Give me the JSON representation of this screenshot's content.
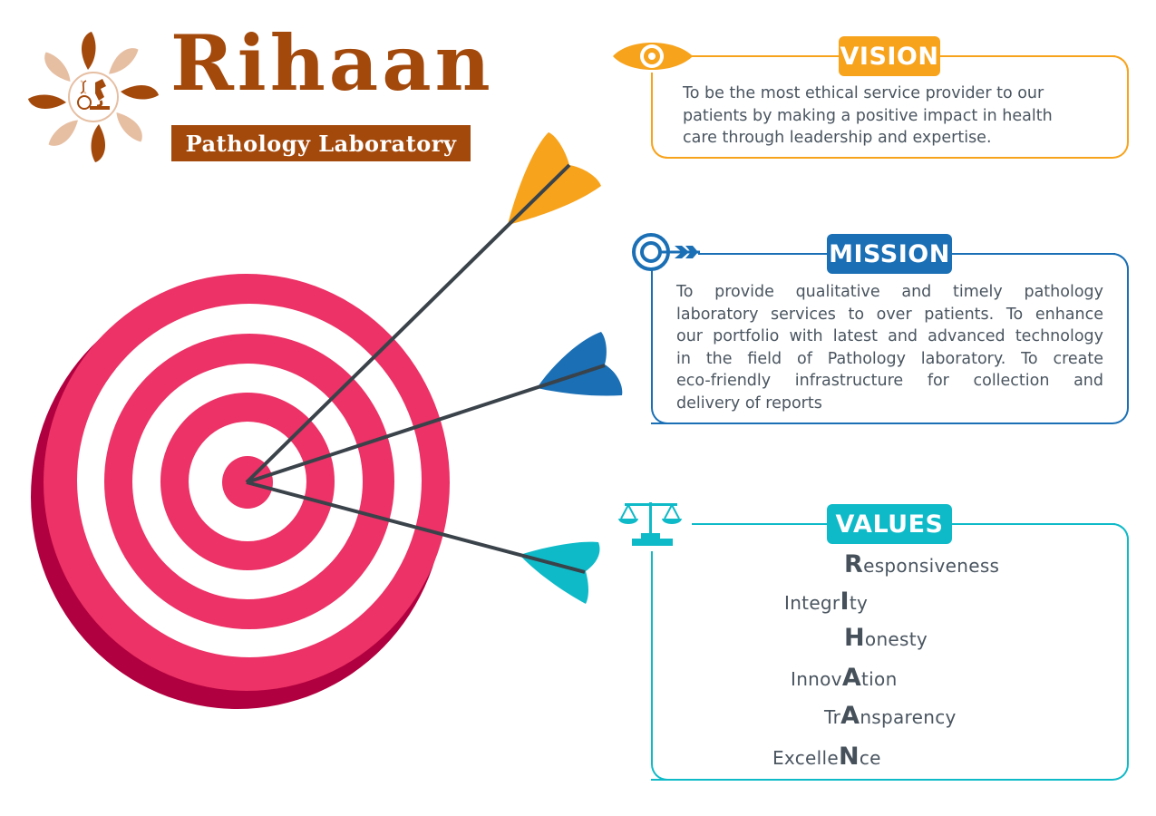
{
  "brand": {
    "name": "Rihaan",
    "subtitle": "Pathology Laboratory",
    "color": "#a4490c",
    "light_color": "#e6bfa3",
    "logo_icon": "microscope-sun-icon"
  },
  "target_graphic": {
    "ring_color": "#ec3266",
    "edge_color": "#b1003f",
    "arrows": [
      {
        "fletching_color": "#f7a31c",
        "points_to": "vision"
      },
      {
        "fletching_color": "#1a6fb5",
        "points_to": "mission"
      },
      {
        "fletching_color": "#0fbac8",
        "points_to": "values"
      }
    ],
    "shaft_color": "#3a424a"
  },
  "vision": {
    "title": "VISION",
    "icon": "eye-icon",
    "color": "#f7a31c",
    "text": "To be the most ethical service provider to our patients by making  a positive impact in health care through leadership and expertise.",
    "lines": [
      "To be the most ethical service provider to our",
      "patients by making  a positive impact in health",
      "care through leadership and expertise."
    ]
  },
  "mission": {
    "title": "MISSION",
    "icon": "target-arrow-icon",
    "color": "#1a6fb5",
    "lines": [
      "To provide qualitative and timely pathology",
      "laboratory services to over patients. To enhance",
      "our portfolio with latest and advanced technology",
      "in the field of Pathology laboratory. To create",
      "eco-friendly infrastructure for collection and",
      "delivery of reports"
    ]
  },
  "values": {
    "title": "VALUES",
    "icon": "balance-scale-icon",
    "color": "#0fbac8",
    "acronym": "RIHAAN",
    "items": [
      {
        "pre": "",
        "key": "R",
        "post": "esponsiveness",
        "word": "Responsiveness"
      },
      {
        "pre": "Integr",
        "key": "I",
        "post": "ty",
        "word": "Integrity"
      },
      {
        "pre": "",
        "key": "H",
        "post": "onesty",
        "word": "Honesty"
      },
      {
        "pre": "Innov",
        "key": "A",
        "post": "tion",
        "word": "Innovation"
      },
      {
        "pre": "Tr",
        "key": "A",
        "post": "nsparency",
        "word": "Transparency"
      },
      {
        "pre": "Excelle",
        "key": "N",
        "post": "ce",
        "word": "Excellence"
      }
    ]
  }
}
